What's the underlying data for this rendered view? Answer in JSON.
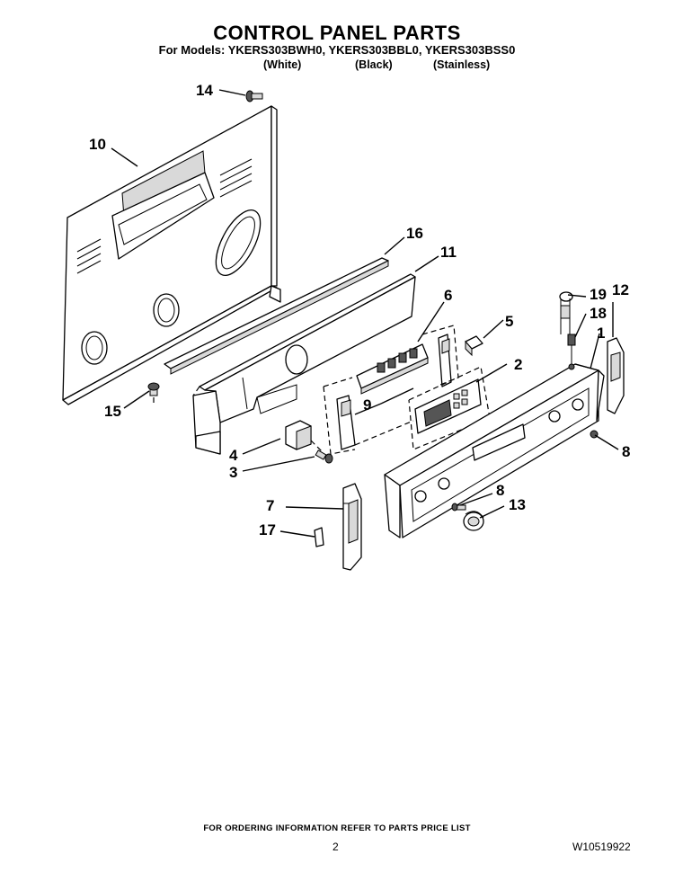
{
  "header": {
    "title": "CONTROL PANEL PARTS",
    "models": "For Models: YKERS303BWH0, YKERS303BBL0, YKERS303BSS0",
    "variants": [
      "(White)",
      "(Black)",
      "(Stainless)"
    ]
  },
  "callouts": {
    "c1": "1",
    "c2": "2",
    "c3": "3",
    "c4": "4",
    "c5": "5",
    "c6": "6",
    "c7": "7",
    "c8a": "8",
    "c8b": "8",
    "c9": "9",
    "c10": "10",
    "c11": "11",
    "c12": "12",
    "c13": "13",
    "c14": "14",
    "c15": "15",
    "c16": "16",
    "c17": "17",
    "c18": "18",
    "c19": "19"
  },
  "footer": {
    "note": "FOR ORDERING INFORMATION REFER TO PARTS PRICE LIST",
    "page": "2",
    "doc_number": "W10519922"
  }
}
